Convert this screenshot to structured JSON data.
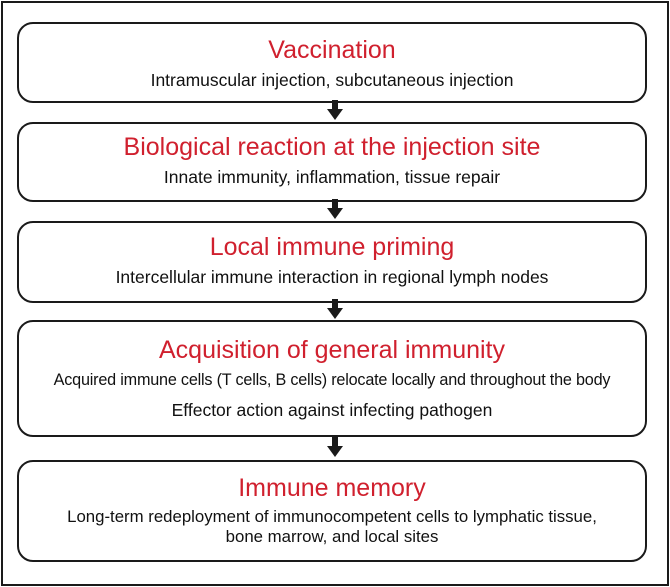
{
  "steps": [
    {
      "title": "Vaccination",
      "lines": [
        "Intramuscular injection, subcutaneous injection"
      ]
    },
    {
      "title": "Biological reaction at the injection site",
      "lines": [
        "Innate immunity, inflammation, tissue repair"
      ]
    },
    {
      "title": "Local immune priming",
      "lines": [
        "Intercellular immune interaction in regional lymph nodes"
      ]
    },
    {
      "title": "Acquisition of general immunity",
      "lines": [
        "Acquired immune cells (T cells, B cells) relocate locally and throughout the body",
        "Effector action against infecting pathogen"
      ]
    },
    {
      "title": "Immune memory",
      "lines": [
        "Long-term redeployment of immunocompetent cells to lymphatic tissue,",
        "bone marrow, and local sites"
      ]
    }
  ],
  "colors": {
    "title": "#d0202e",
    "text": "#111111",
    "border": "#1a1a1a"
  }
}
